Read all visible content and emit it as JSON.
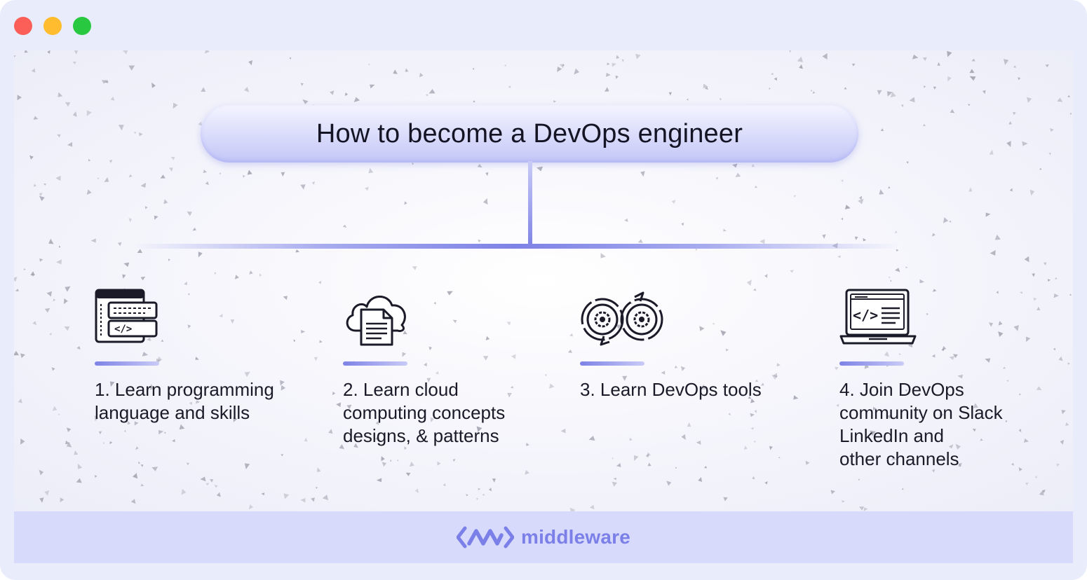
{
  "window": {
    "controls": [
      "close",
      "minimize",
      "maximize"
    ],
    "colors": {
      "close": "#fb5f57",
      "minimize": "#febc2e",
      "maximize": "#28c840"
    }
  },
  "diagram": {
    "title": "How to become a DevOps engineer",
    "steps": [
      {
        "icon": "code-window-icon",
        "label": "1. Learn programming\nlanguage and skills"
      },
      {
        "icon": "cloud-document-icon",
        "label": "2. Learn cloud\ncomputing concepts\ndesigns, & patterns"
      },
      {
        "icon": "gears-cycle-icon",
        "label": "3. Learn DevOps tools"
      },
      {
        "icon": "laptop-code-icon",
        "label": "4. Join DevOps\ncommunity on Slack\nLinkedIn and\nother channels"
      }
    ],
    "accent_color": "#7d82e6"
  },
  "footer": {
    "brand_name": "middleware",
    "brand_color": "#7b7fe8",
    "logo_icon": "middleware-logo-icon"
  }
}
